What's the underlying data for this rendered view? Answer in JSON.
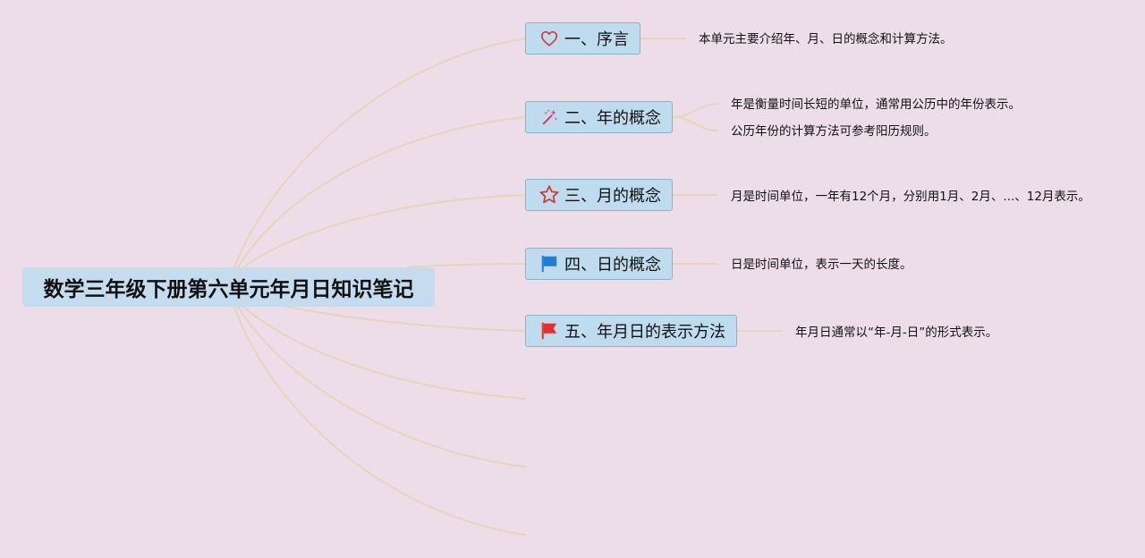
{
  "colors": {
    "background": "#ecdde9",
    "root_fill": "#c4dcee",
    "topic_fill": "#bfdcee",
    "topic_border": "#86b4c8",
    "connector": "#e6d5b8"
  },
  "root": {
    "title": "数学三年级下册第六单元年月日知识笔记"
  },
  "topics": [
    {
      "icon": "heart-icon",
      "label": "一、序言",
      "notes": [
        "本单元主要介绍年、月、日的概念和计算方法。"
      ]
    },
    {
      "icon": "magic-wand-icon",
      "label": "二、年的概念",
      "notes": [
        "年是衡量时间长短的单位，通常用公历中的年份表示。",
        "公历年份的计算方法可参考阳历规则。"
      ]
    },
    {
      "icon": "star-icon",
      "label": "三、月的概念",
      "notes": [
        "月是时间单位，一年有12个月，分别用1月、2月、...、12月表示。"
      ]
    },
    {
      "icon": "blue-flag-icon",
      "label": "四、日的概念",
      "notes": [
        "日是时间单位，表示一天的长度。"
      ]
    },
    {
      "icon": "red-flag-icon",
      "label": "五、年月日的表示方法",
      "notes": [
        "年月日通常以“年-月-日”的形式表示。"
      ]
    }
  ]
}
